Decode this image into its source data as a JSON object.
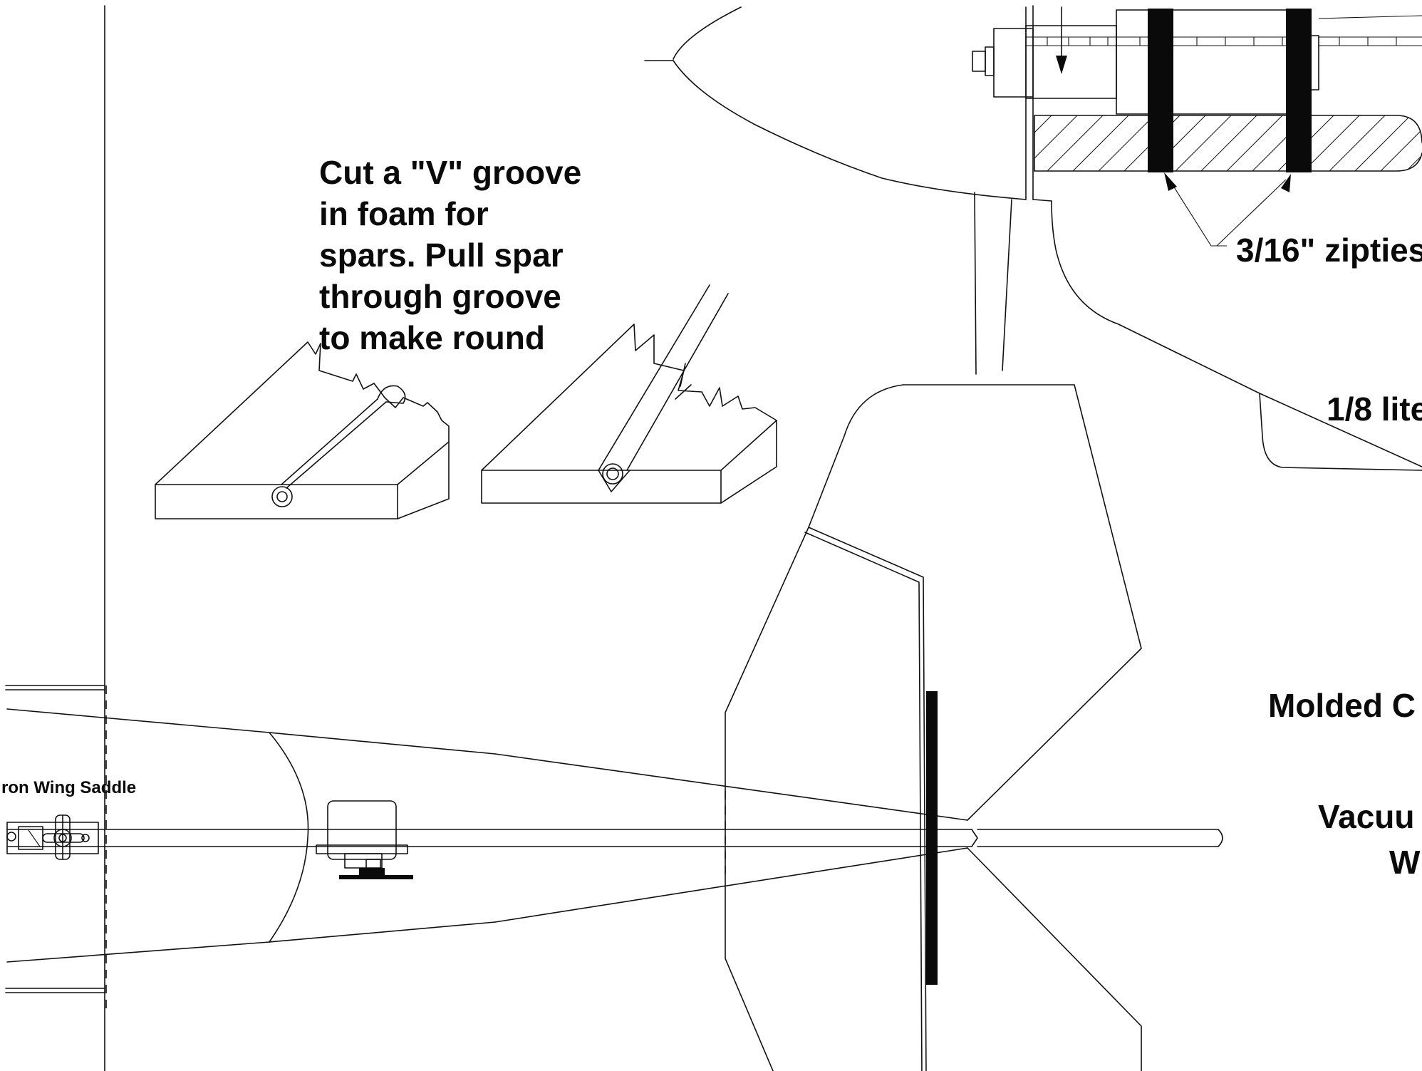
{
  "notes": {
    "groove_instruction": [
      "Cut a \"V\" groove",
      "in foam for",
      "spars. Pull spar",
      "through groove",
      "to make round"
    ],
    "zipties": "3/16\" zipties",
    "lite_ply": "1/8 lite",
    "molded": "Molded C",
    "vacuum_line1": "Vacuu",
    "vacuum_line2": "W",
    "wing_saddle": "ron Wing Saddle"
  },
  "colors": {
    "ink": "#111111",
    "fill": "#0a0a0a",
    "paper": "#ffffff"
  }
}
